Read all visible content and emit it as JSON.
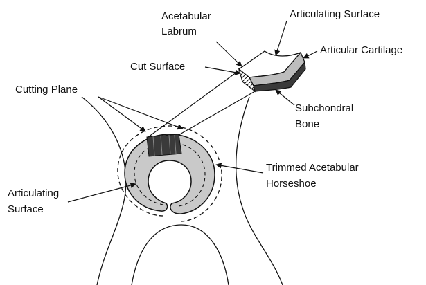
{
  "labels": {
    "acetabular_labrum_line1": "Acetabular",
    "acetabular_labrum_line2": "Labrum",
    "articulating_surface_top": "Articulating Surface",
    "articular_cartilage": "Articular Cartilage",
    "cut_surface": "Cut Surface",
    "cutting_plane": "Cutting Plane",
    "subchondral_bone_line1": "Subchondral",
    "subchondral_bone_line2": "Bone",
    "trimmed_horseshoe_line1": "Trimmed Acetabular",
    "trimmed_horseshoe_line2": "Horseshoe",
    "articulating_surface_left_line1": "Articulating",
    "articulating_surface_left_line2": "Surface"
  },
  "colors": {
    "line": "#111111",
    "horseshoe_fill": "#c9c9c9",
    "cartilage_fill": "#bdbdbd",
    "cut_block_fill": "#3a3a3a",
    "background": "#ffffff"
  }
}
